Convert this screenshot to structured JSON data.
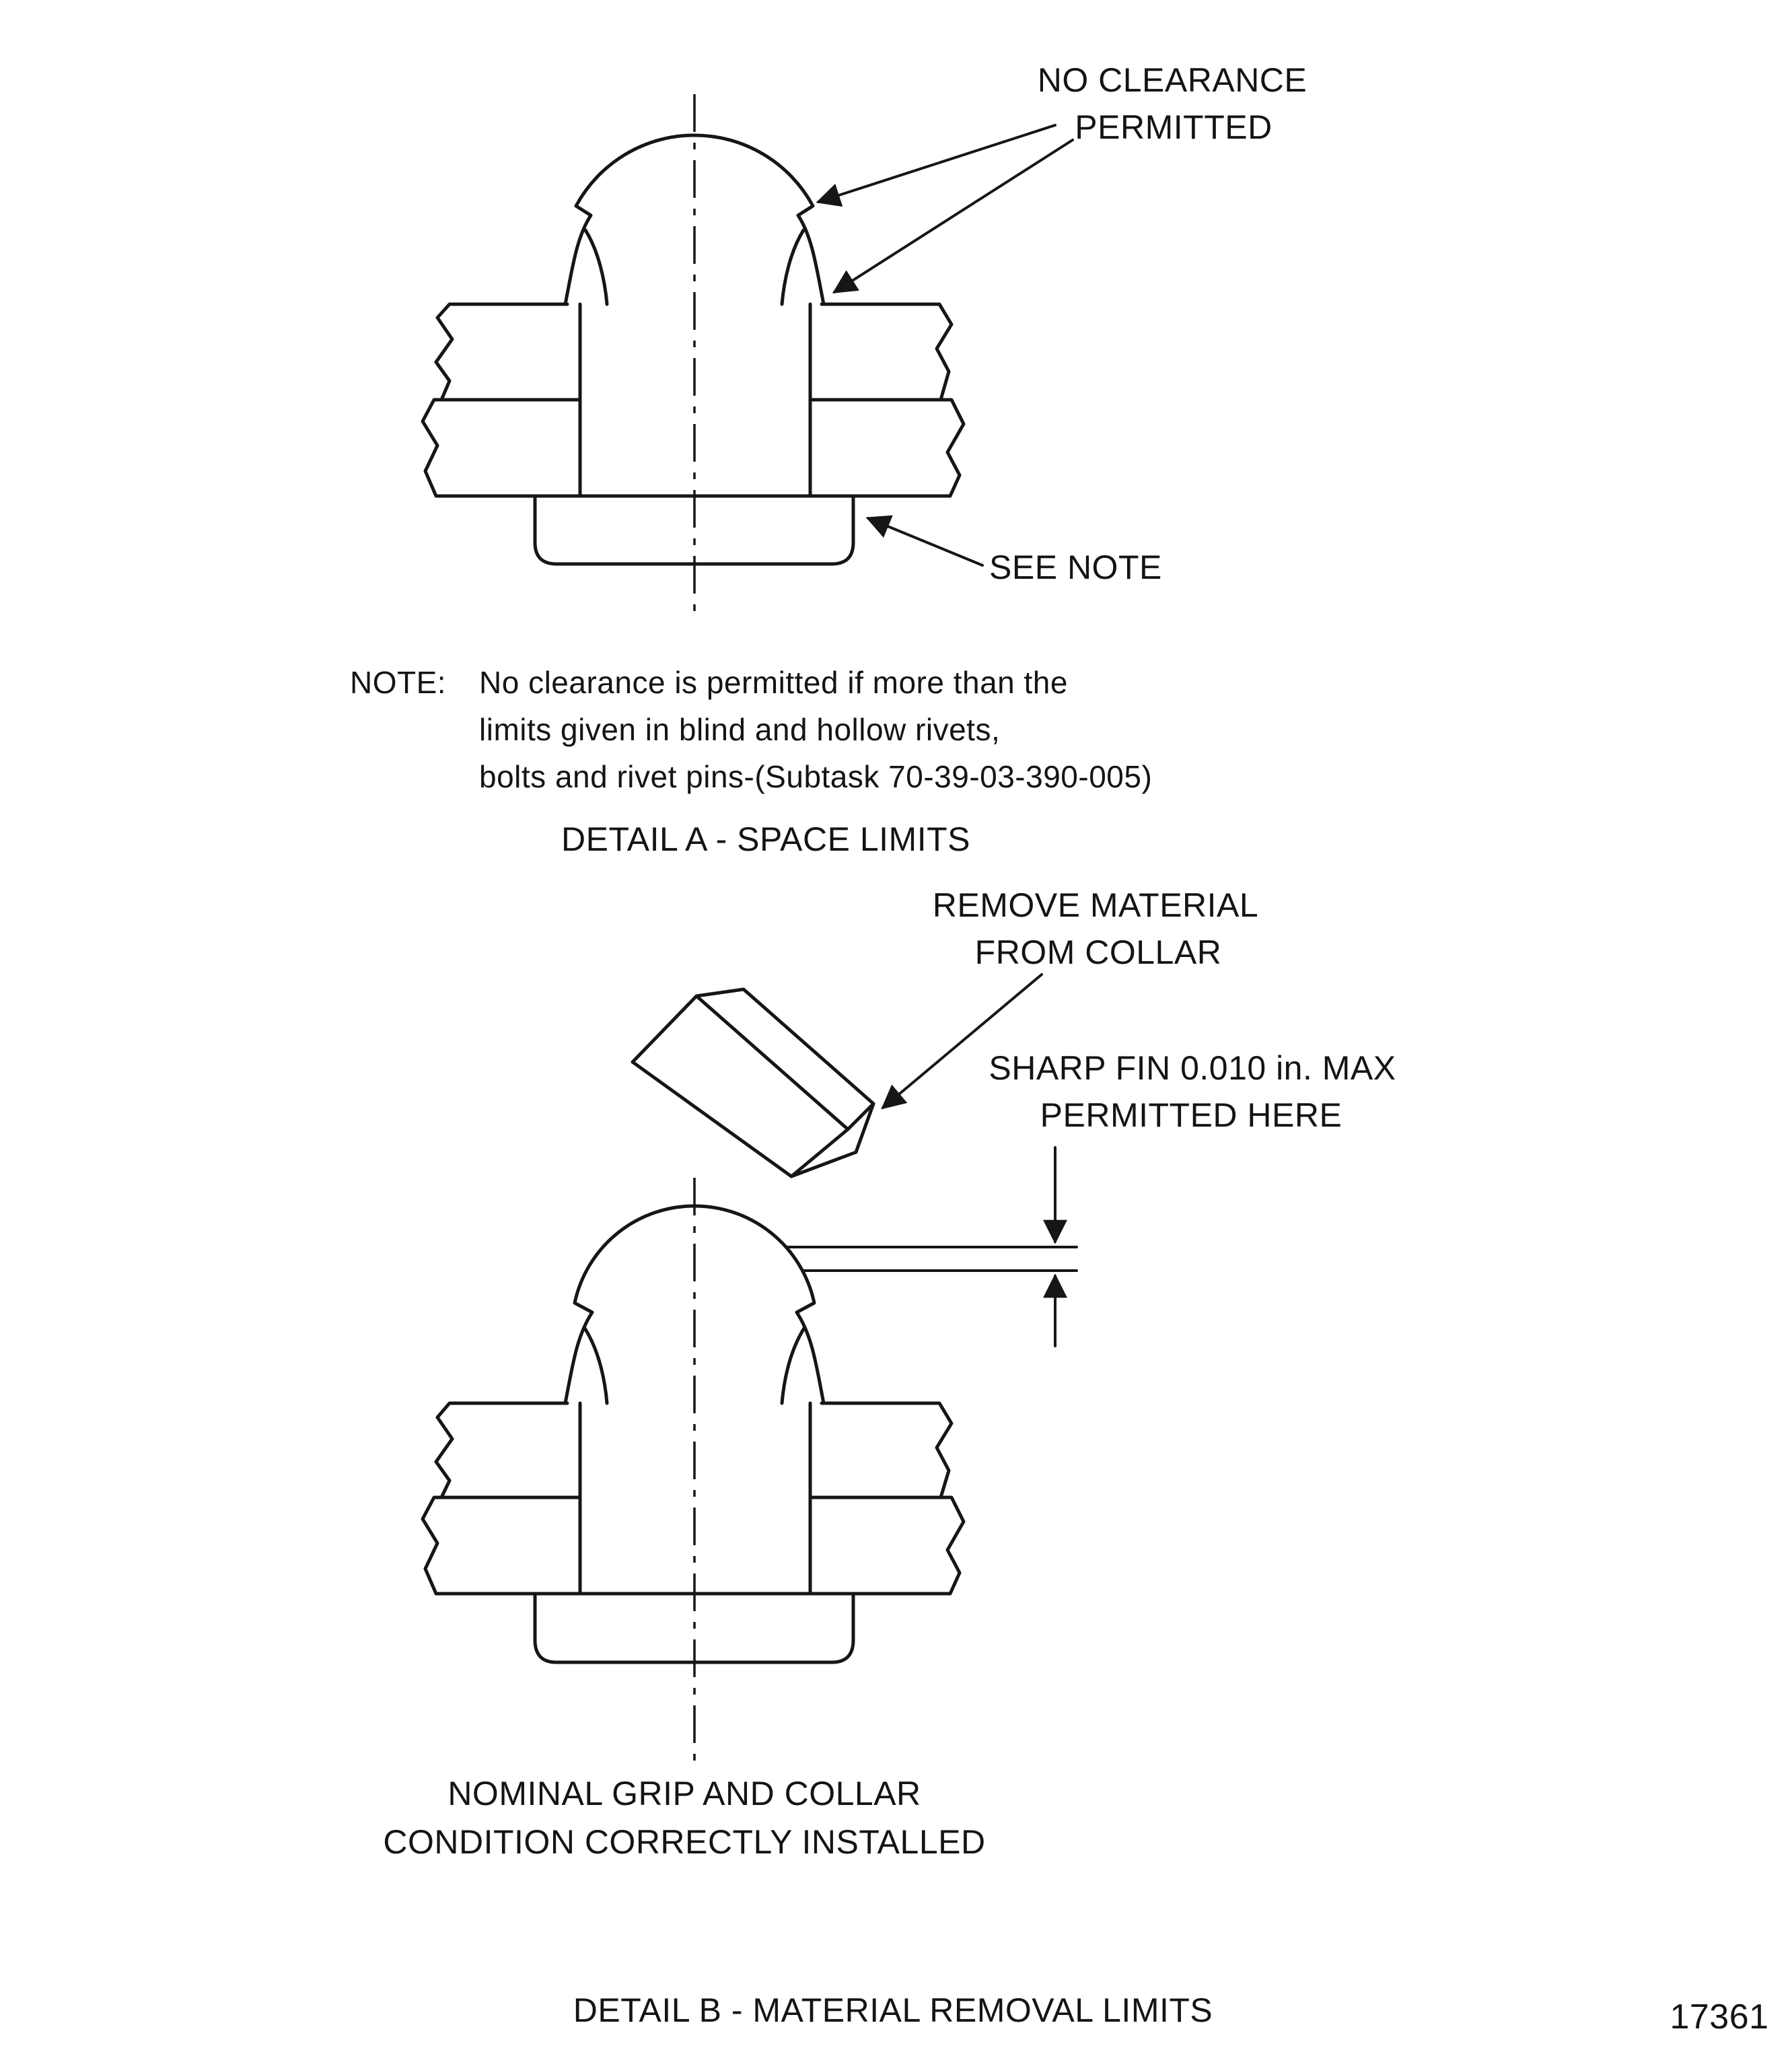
{
  "page": {
    "background": "#ffffff",
    "ink": "#161616"
  },
  "detail_a": {
    "no_clearance": {
      "line1": "NO CLEARANCE",
      "line2": "PERMITTED"
    },
    "see_note": "SEE NOTE",
    "note": {
      "prefix": "NOTE:",
      "line1": "No clearance is permitted if more than the",
      "line2": "limits given in blind and hollow rivets,",
      "line3": "bolts and rivet pins-(Subtask 70-39-03-390-005)"
    },
    "caption": "DETAIL A - SPACE LIMITS"
  },
  "detail_b": {
    "remove_material": {
      "line1": "REMOVE MATERIAL",
      "line2": "FROM COLLAR"
    },
    "sharp_fin": {
      "line1": "SHARP FIN 0.010 in. MAX",
      "line2": "PERMITTED HERE"
    },
    "nominal": {
      "line1": "NOMINAL GRIP AND COLLAR",
      "line2": "CONDITION CORRECTLY INSTALLED"
    },
    "caption": "DETAIL B - MATERIAL REMOVAL LIMITS"
  },
  "figure_number": "17361"
}
